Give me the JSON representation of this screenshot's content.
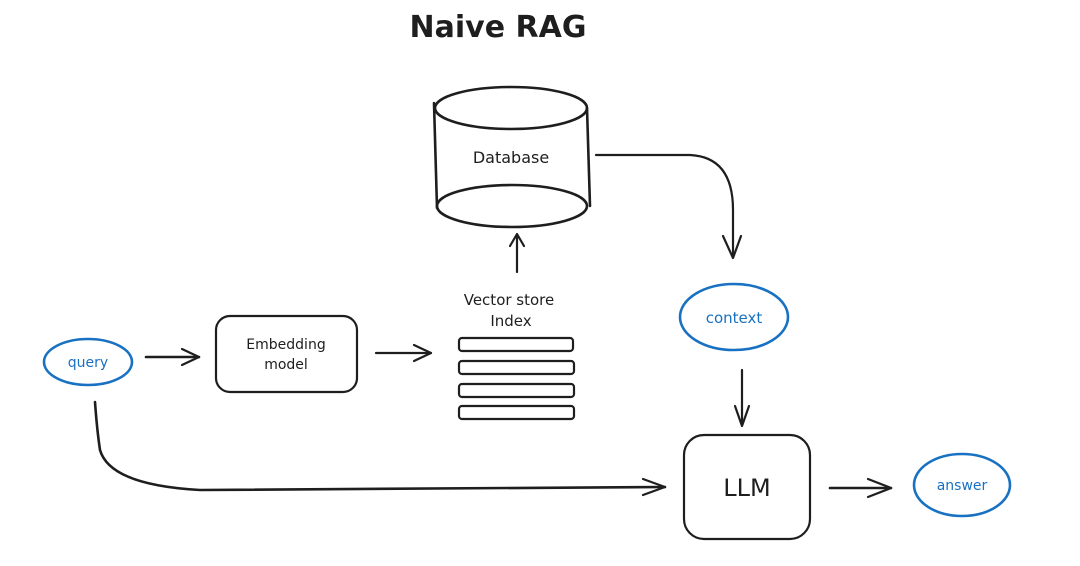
{
  "title": "Naive RAG",
  "colors": {
    "stroke": "#1e1e1e",
    "accent": "#1971c2",
    "background": "#ffffff"
  },
  "nodes": {
    "database": {
      "label": "Database",
      "shape": "cylinder"
    },
    "vector_store": {
      "label_line1": "Vector store",
      "label_line2": "Index",
      "shape": "stacked-bars",
      "bar_count": 4
    },
    "query": {
      "label": "query",
      "shape": "ellipse"
    },
    "embedding_model": {
      "label_line1": "Embedding",
      "label_line2": "model",
      "shape": "rounded-rect"
    },
    "context": {
      "label": "context",
      "shape": "ellipse"
    },
    "llm": {
      "label": "LLM",
      "shape": "rounded-rect"
    },
    "answer": {
      "label": "answer",
      "shape": "ellipse"
    }
  },
  "edges": [
    {
      "from": "query",
      "to": "embedding_model"
    },
    {
      "from": "embedding_model",
      "to": "vector_store"
    },
    {
      "from": "vector_store",
      "to": "database"
    },
    {
      "from": "database",
      "to": "context"
    },
    {
      "from": "context",
      "to": "llm"
    },
    {
      "from": "query",
      "to": "llm"
    },
    {
      "from": "llm",
      "to": "answer"
    }
  ]
}
